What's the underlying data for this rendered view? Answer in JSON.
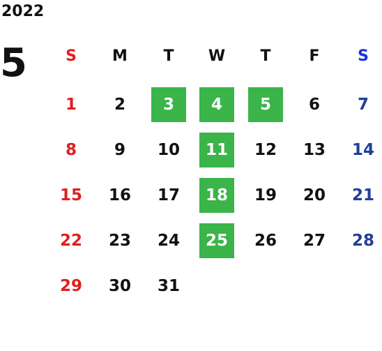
{
  "year": "2022",
  "month": "5",
  "weekdays": [
    "S",
    "M",
    "T",
    "W",
    "T",
    "F",
    "S"
  ],
  "weeks": [
    [
      "",
      "",
      "",
      "",
      "",
      "",
      ""
    ],
    [
      "1",
      "2",
      "3",
      "4",
      "5",
      "6",
      "7"
    ],
    [
      "8",
      "9",
      "10",
      "11",
      "12",
      "13",
      "14"
    ],
    [
      "15",
      "16",
      "17",
      "18",
      "19",
      "20",
      "21"
    ],
    [
      "22",
      "23",
      "24",
      "25",
      "26",
      "27",
      "28"
    ],
    [
      "29",
      "30",
      "31",
      "",
      "",
      "",
      ""
    ]
  ],
  "highlighted_days": [
    "3",
    "4",
    "5",
    "11",
    "18",
    "25"
  ],
  "colors": {
    "highlight": "#3bb44a",
    "sunday": "#e0201f",
    "saturday": "#1f3f97",
    "default": "#111111"
  }
}
